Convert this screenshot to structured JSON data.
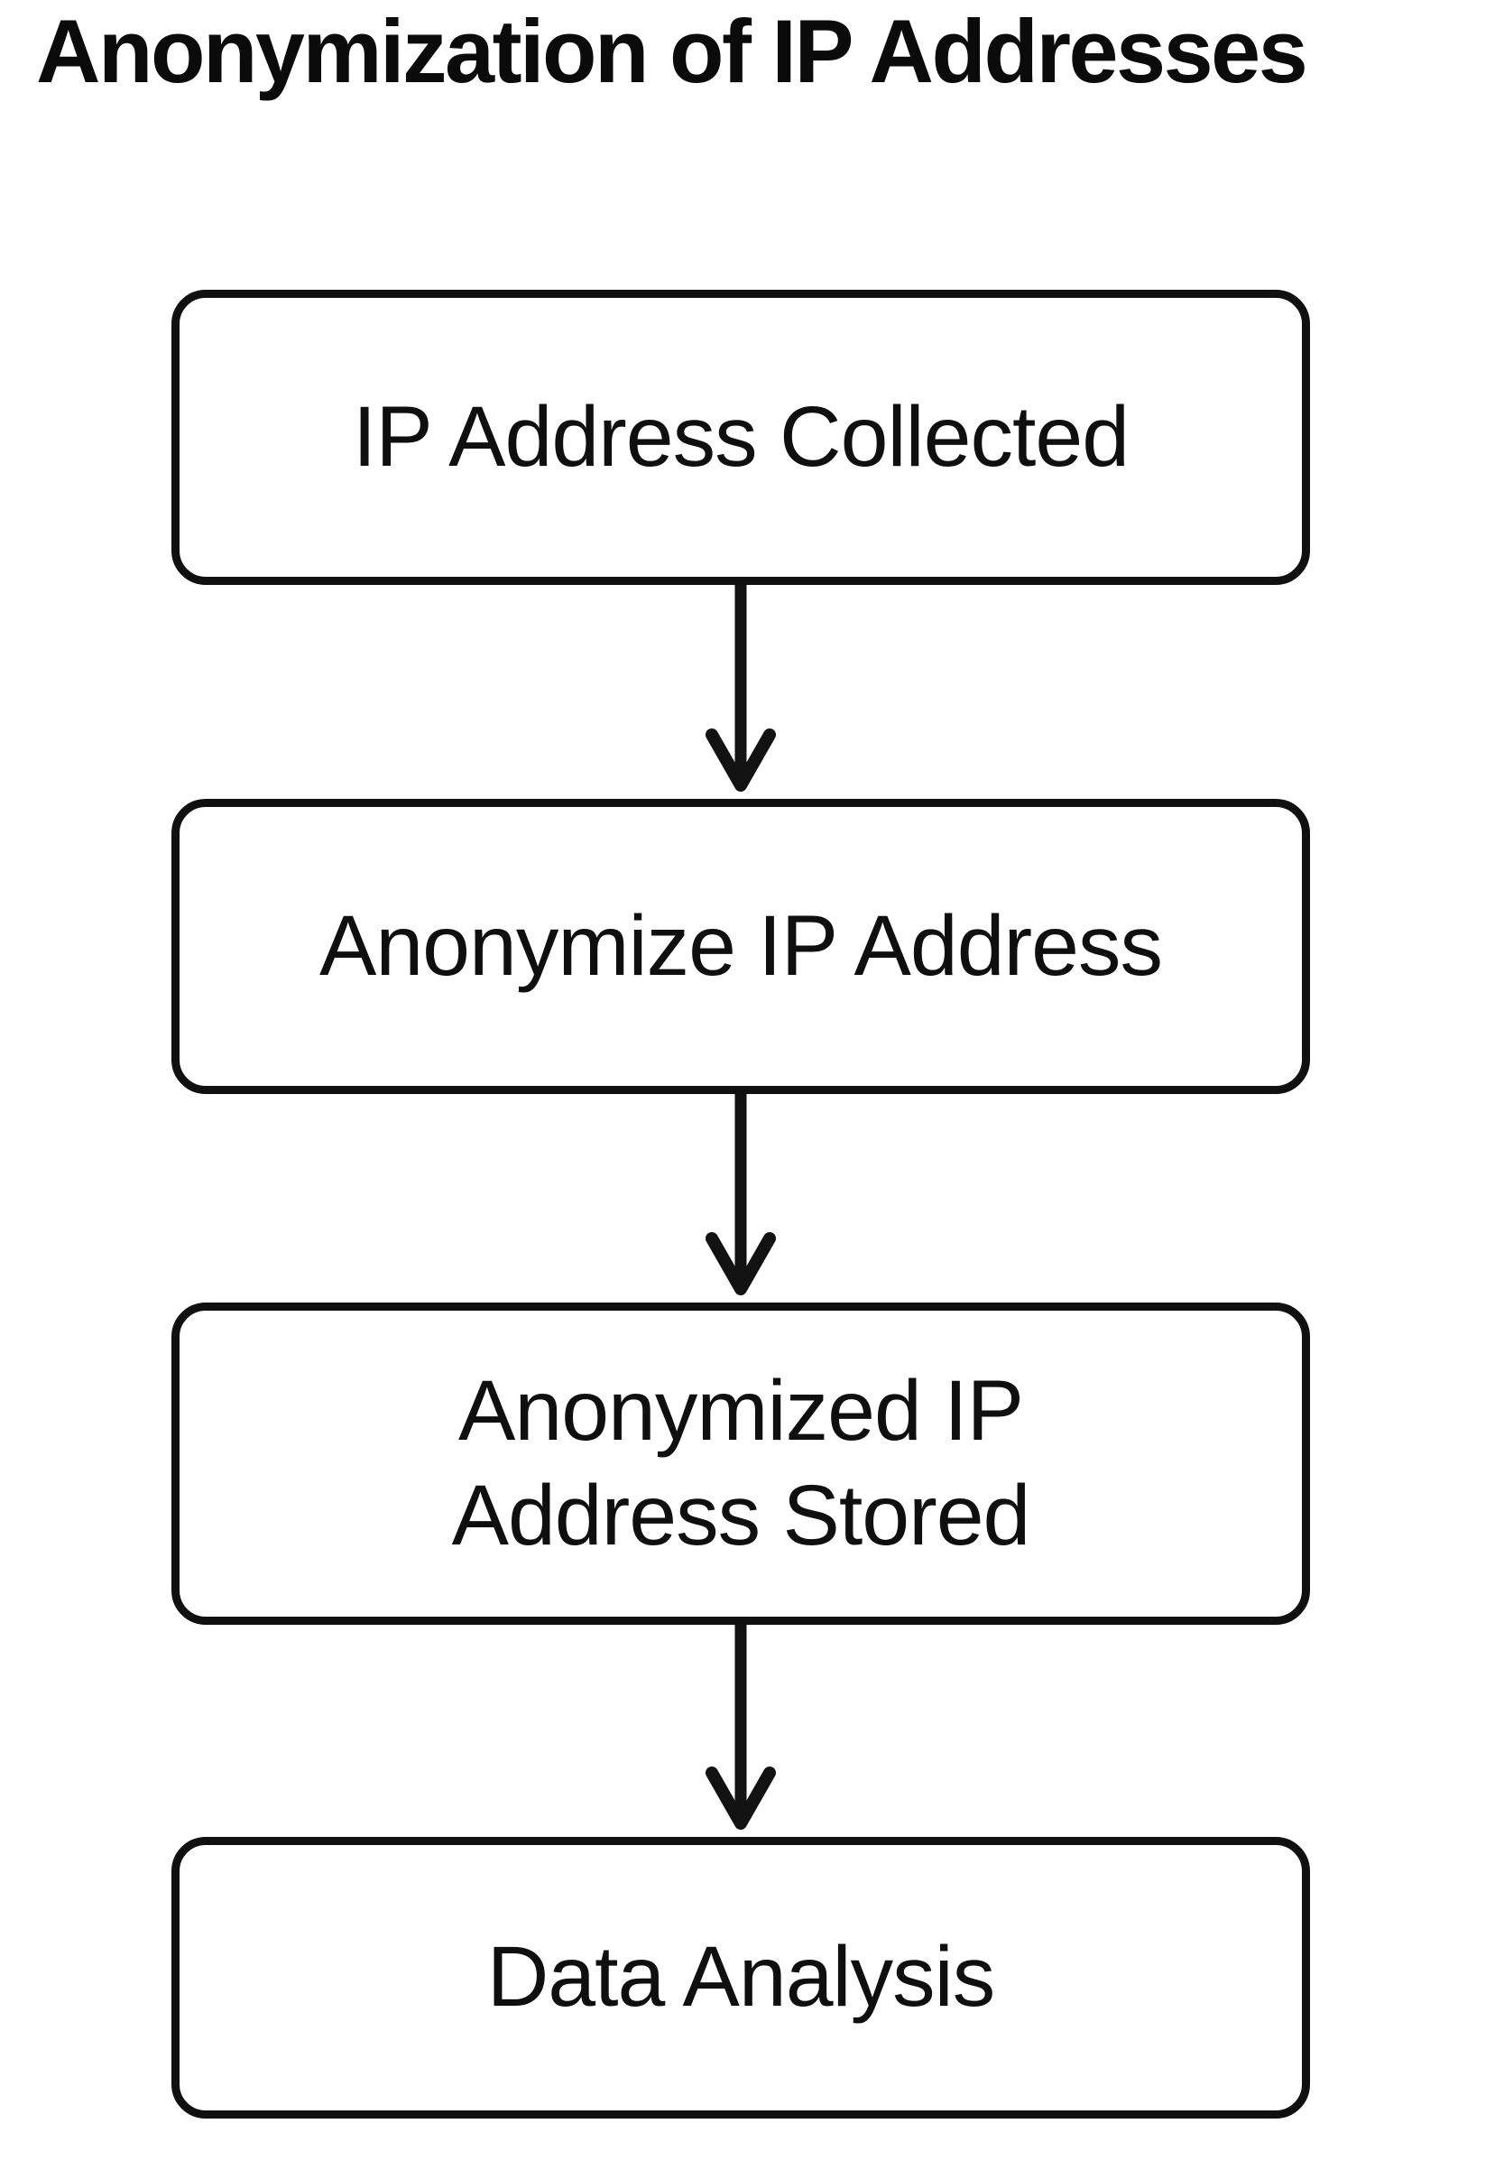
{
  "title": "Anonymization of IP Addresses",
  "diagram": {
    "type": "flowchart",
    "direction": "top-down",
    "nodes": [
      {
        "id": "ip-address-collected",
        "label": "IP Address Collected"
      },
      {
        "id": "anonymize-ip-address",
        "label": "Anonymize IP Address"
      },
      {
        "id": "anonymized-ip-address-stored",
        "label": "Anonymized IP\nAddress Stored"
      },
      {
        "id": "data-analysis",
        "label": "Data Analysis"
      }
    ],
    "connections": [
      {
        "from": "ip-address-collected",
        "to": "anonymize-ip-address",
        "style": "arrow-down"
      },
      {
        "from": "anonymize-ip-address",
        "to": "anonymized-ip-address-stored",
        "style": "arrow-down"
      },
      {
        "from": "anonymized-ip-address-stored",
        "to": "data-analysis",
        "style": "arrow-down"
      }
    ]
  },
  "colors": {
    "background": "#ffffff",
    "stroke": "#101010",
    "text": "#0f0f0f"
  }
}
